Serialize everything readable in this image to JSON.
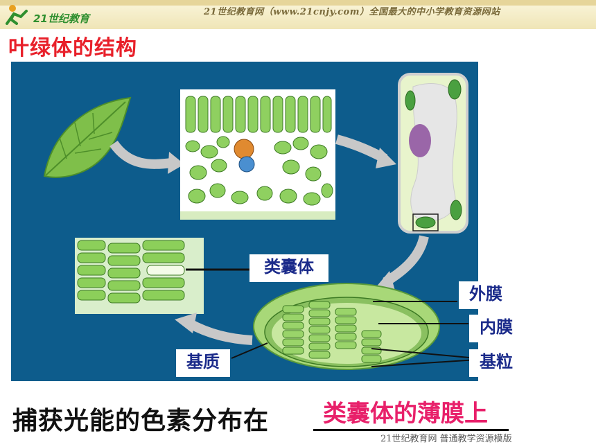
{
  "header": {
    "logo_text": "21世纪教育",
    "site_banner": "21世纪教育网（www.21cnjy.com）全国最大的中小学教育资源网站"
  },
  "page_title": "叶绿体的结构",
  "labels": {
    "thylakoid": "类囊体",
    "outer_membrane": "外膜",
    "inner_membrane": "内膜",
    "grana": "基粒",
    "stroma": "基质"
  },
  "question": {
    "prefix": "捕获光能的色素分布在",
    "answer": "类囊体的薄膜上"
  },
  "footer": "21世纪教育网    普通教学资源模版",
  "colors": {
    "panel": "#0d5c8c",
    "title": "#e8202a",
    "answer": "#e8206a",
    "label_text": "#1a2a8a"
  }
}
